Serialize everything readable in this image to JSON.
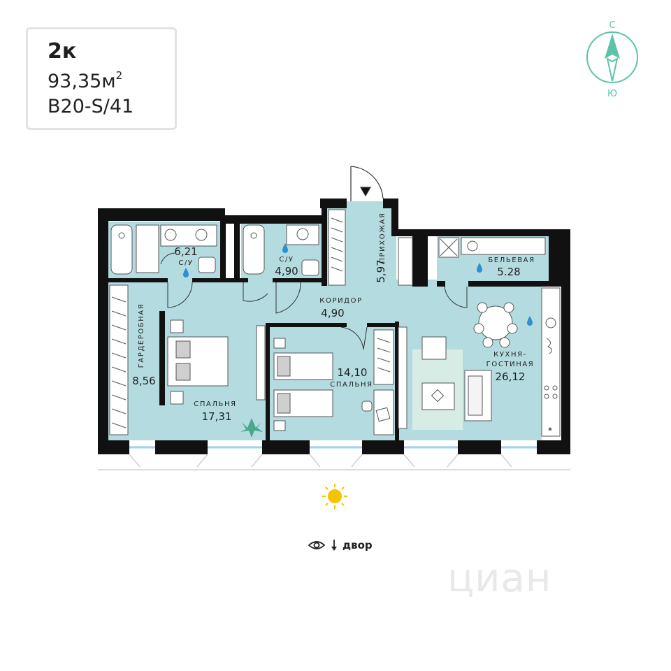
{
  "apartment": {
    "rooms_label": "2к",
    "area_value": "93,35м",
    "area_sup": "2",
    "code": "B20-S/41"
  },
  "compass": {
    "north_label": "С",
    "south_label": "Ю",
    "color": "#5cc3aa"
  },
  "rooms": {
    "bathroom1": {
      "label": "С/У",
      "area": "6,21"
    },
    "bathroom2": {
      "label": "С/У",
      "area": "4,90"
    },
    "hallway": {
      "label": "ПРИХОЖАЯ",
      "area": "5,97"
    },
    "laundry": {
      "label": "БЕЛЬЕВАЯ",
      "area": "5.28"
    },
    "corridor": {
      "label": "КОРИДОР",
      "area": "4,90"
    },
    "wardrobe": {
      "label": "ГАРДЕРОБНАЯ",
      "area": "8,56"
    },
    "bedroom1": {
      "label": "СПАЛЬНЯ",
      "area": "17,31"
    },
    "bedroom2": {
      "label": "СПАЛЬНЯ",
      "area": "14,10"
    },
    "kitchen": {
      "label_line1": "КУХНЯ-",
      "label_line2": "ГОСТИНАЯ",
      "area": "26,12"
    }
  },
  "footer": {
    "view_label": "двор",
    "eye_icon": "eye-icon",
    "arrow_icon": "arrow-down-icon"
  },
  "watermark": {
    "text": "циан"
  },
  "colors": {
    "floor": "#b4dce0",
    "wall": "#111111",
    "accent": "#5cc3aa",
    "water_drop": "#2f8fd1",
    "sun": "#f5c400"
  }
}
